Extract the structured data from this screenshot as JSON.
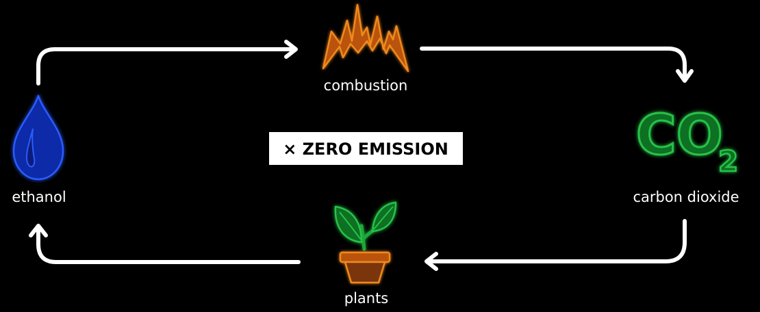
{
  "nodes": {
    "combustion": {
      "label": "combustion",
      "icon": "flame-icon",
      "color": "#f08a1e"
    },
    "co2": {
      "symbol_main": "CO",
      "symbol_sub": "2",
      "label": "carbon dioxide",
      "icon": "co2-icon",
      "color": "#1fa83a"
    },
    "plants": {
      "label": "plants",
      "icon": "potted-plant-icon",
      "leaf_color": "#1fa83a",
      "pot_color": "#f08a1e"
    },
    "ethanol": {
      "label": "ethanol",
      "icon": "droplet-icon",
      "color": "#1a3fd6"
    }
  },
  "badge": {
    "text": "× ZERO EMISSION"
  },
  "arrows": {
    "color": "#ffffff"
  }
}
